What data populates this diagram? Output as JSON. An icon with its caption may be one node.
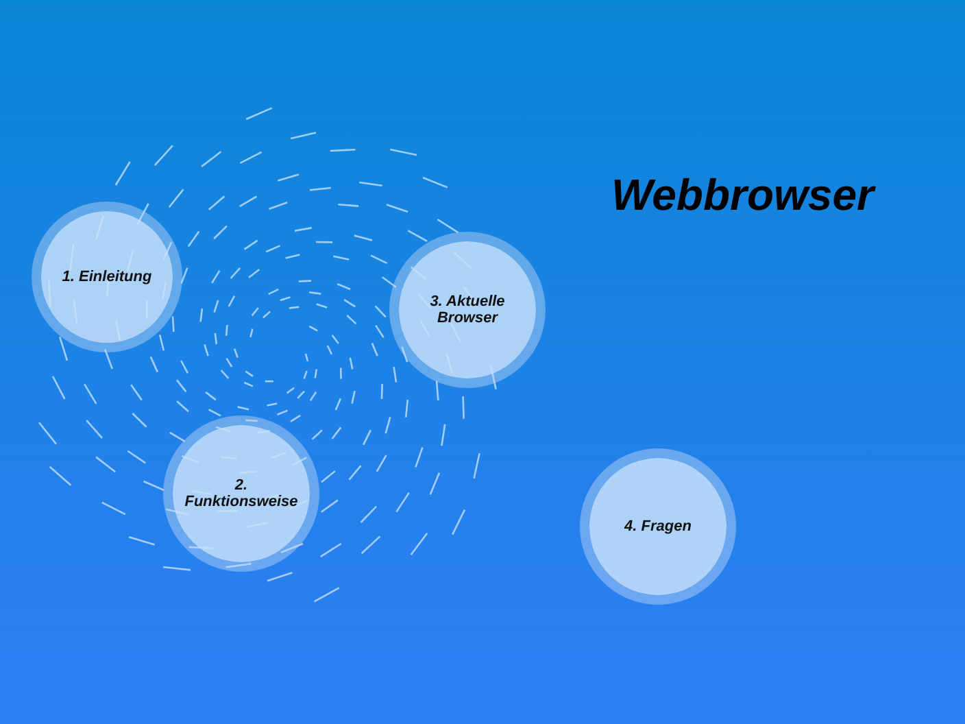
{
  "diagram": {
    "title": "Webbrowser",
    "nodes": [
      {
        "text": [
          "1. Einleitung"
        ]
      },
      {
        "text": [
          "2. Funktionsweise"
        ]
      },
      {
        "text": [
          "3. Aktuelle Browser"
        ]
      },
      {
        "text": [
          "4. Fragen"
        ]
      }
    ]
  }
}
